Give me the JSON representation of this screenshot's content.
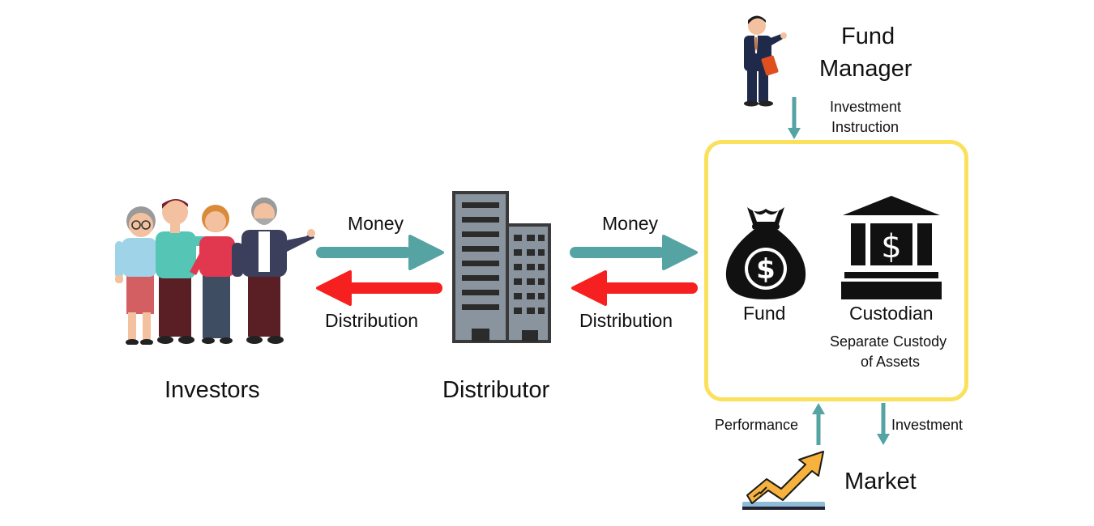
{
  "investors": {
    "label": "Investors"
  },
  "distributor": {
    "label": "Distributor"
  },
  "flows": {
    "left_money": "Money",
    "left_distribution": "Distribution",
    "right_money": "Money",
    "right_distribution": "Distribution"
  },
  "fund_manager": {
    "label_line1": "Fund",
    "label_line2": "Manager"
  },
  "instruction": {
    "line1": "Investment",
    "line2": "Instruction"
  },
  "fund": {
    "label": "Fund"
  },
  "custodian": {
    "label": "Custodian",
    "note_line1": "Separate Custody",
    "note_line2": "of Assets"
  },
  "market": {
    "label": "Market",
    "performance": "Performance",
    "investment": "Investment"
  },
  "colors": {
    "money_arrow": "#55a3a3",
    "distribution_arrow": "#f5201f",
    "fund_box_border": "#fbe05c"
  },
  "icons": [
    "investors-group-icon",
    "building-icon",
    "fund-manager-icon",
    "money-bag-icon",
    "bank-icon",
    "growth-chart-icon"
  ]
}
